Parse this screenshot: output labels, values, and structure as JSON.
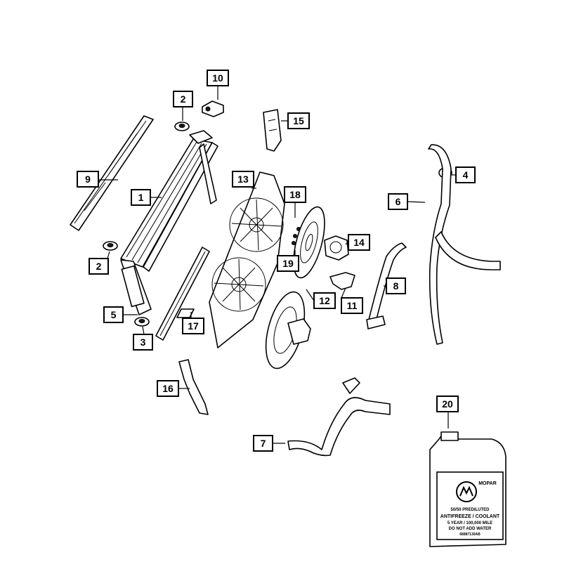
{
  "callouts": [
    {
      "num": "1"
    },
    {
      "num": "2"
    },
    {
      "num": "2"
    },
    {
      "num": "3"
    },
    {
      "num": "4"
    },
    {
      "num": "5"
    },
    {
      "num": "6"
    },
    {
      "num": "7"
    },
    {
      "num": "8"
    },
    {
      "num": "9"
    },
    {
      "num": "10"
    },
    {
      "num": "11"
    },
    {
      "num": "12"
    },
    {
      "num": "13"
    },
    {
      "num": "14"
    },
    {
      "num": "15"
    },
    {
      "num": "16"
    },
    {
      "num": "17"
    },
    {
      "num": "18"
    },
    {
      "num": "19"
    },
    {
      "num": "20"
    }
  ],
  "jug_label": {
    "brand": "MOPAR",
    "line1": "50/50 PREDILUTED",
    "line2": "ANTIFREEZE / COOLANT",
    "line3": "5 YEAR / 100,000 MILE",
    "line4": "DO NOT ADD WATER",
    "line5": "68887130AB"
  }
}
